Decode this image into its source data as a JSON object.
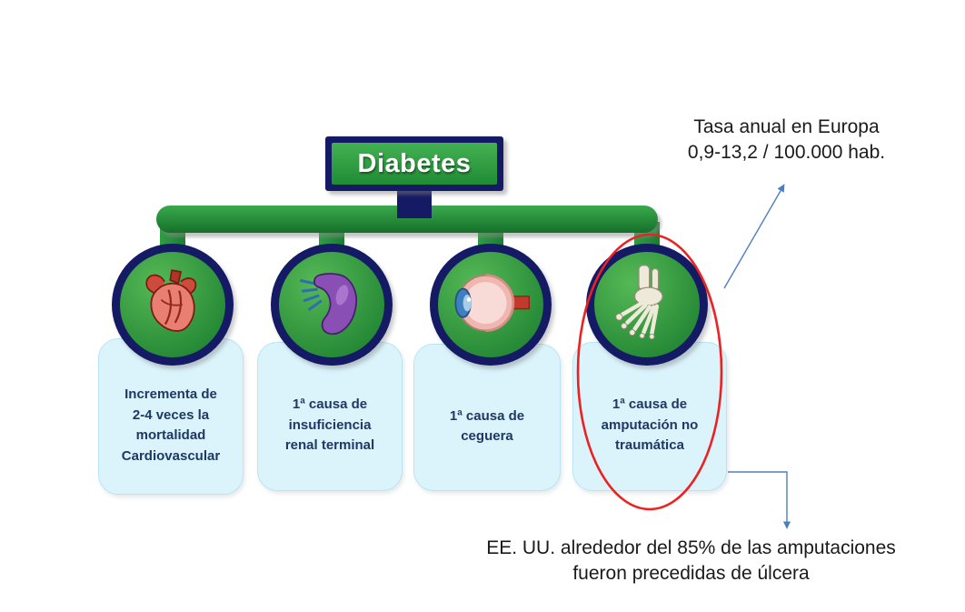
{
  "diagram": {
    "title": "Diabetes",
    "branches": [
      {
        "icon": "heart-icon",
        "label": "Incrementa de\n2-4 veces  la\nmortalidad\nCardiovascular"
      },
      {
        "icon": "kidney-icon",
        "label": "1ª causa de\ninsuficiencia\nrenal terminal"
      },
      {
        "icon": "eye-icon",
        "label": "1ª causa de\nceguera"
      },
      {
        "icon": "foot-icon",
        "label": "1ª causa de\namputación no\ntraumática"
      }
    ]
  },
  "annotations": {
    "europe_rate": {
      "line1": "Tasa anual en Europa",
      "line2": "0,9-13,2 / 100.000 hab."
    },
    "usa_amputations": {
      "line1": "EE. UU. alrededor del 85% de las amputaciones",
      "line2": "fueron precedidas de úlcera"
    }
  },
  "colors": {
    "navy": "#151a64",
    "green": "#2e9e44",
    "card_blue": "#dbf4fc",
    "card_text": "#1f3864",
    "highlight_red": "#ec2121",
    "arrow_blue": "#4d7ec0"
  }
}
